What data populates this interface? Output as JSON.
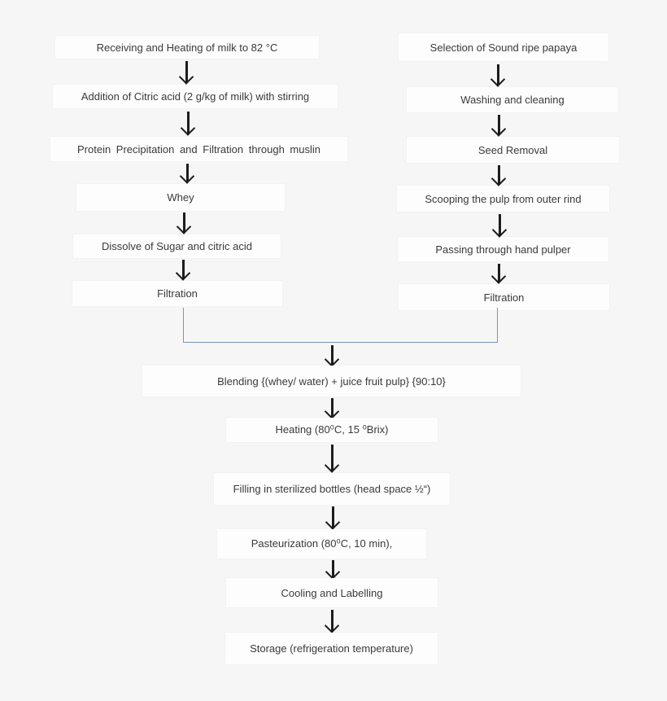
{
  "theme": {
    "background": "#f6f6f6",
    "box_fill": "#fdfdfd",
    "text_color": "#3a3a3a",
    "arrow_color": "#1c1c1c",
    "connector_color": "#7a93c2"
  },
  "flowchart": {
    "left_branch": [
      "Receiving and Heating of milk to 82 °C",
      "Addition of Citric acid (2 g/kg of milk) with stirring",
      "Protein Precipitation and Filtration through muslin",
      "Whey",
      "Dissolve of Sugar and citric acid",
      "Filtration"
    ],
    "right_branch": [
      "Selection of Sound ripe papaya",
      "Washing and cleaning",
      "Seed Removal",
      "Scooping the pulp from outer rind",
      "Passing through hand pulper",
      "Filtration"
    ],
    "merged_branch": [
      "Blending {(whey/ water) + juice fruit pulp} {90:10}",
      "Heating (80⁰C, 15 ⁰Brix)",
      "Filling in sterilized bottles (head space ½“)",
      "Pasteurization (80⁰C, 10 min),",
      "Cooling and Labelling",
      "Storage (refrigeration temperature)"
    ]
  }
}
